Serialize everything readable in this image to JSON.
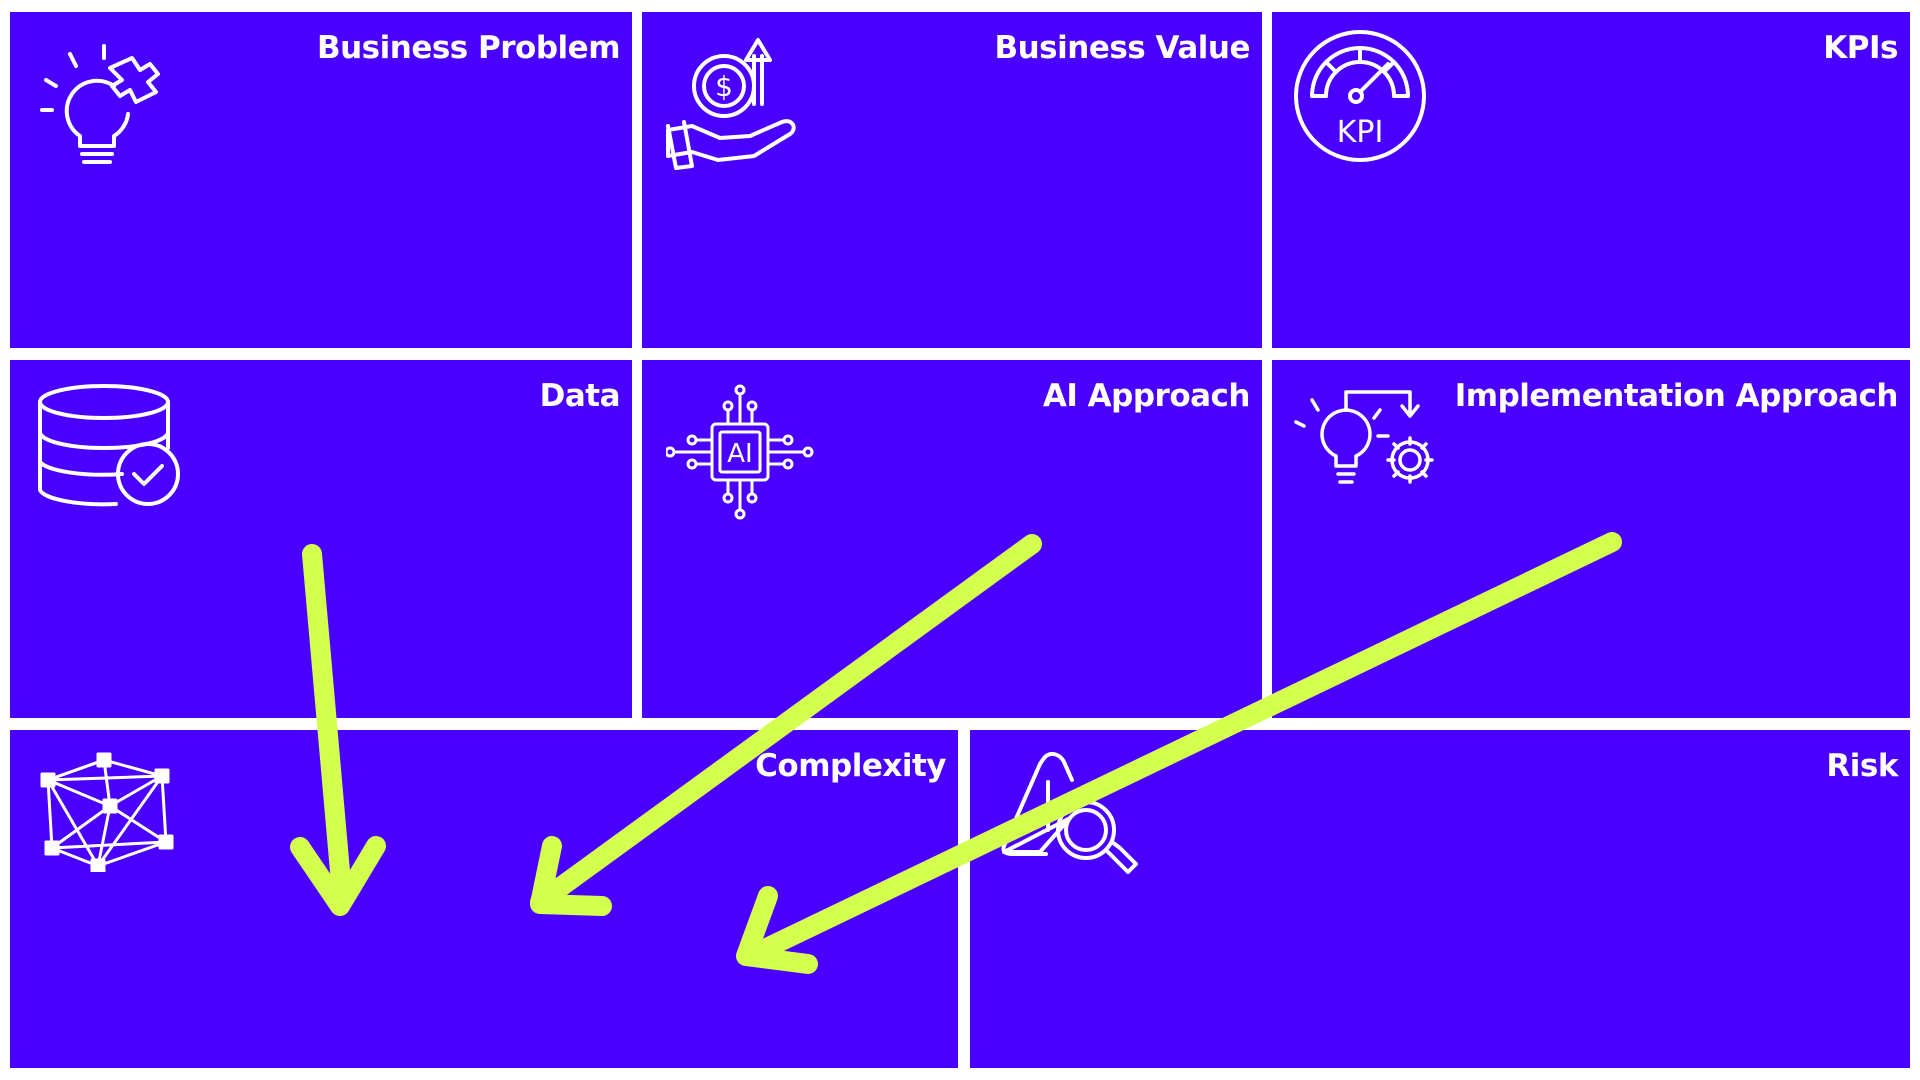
{
  "canvas": {
    "background": "#ffffff",
    "panel_color": "#4a00ff",
    "text_color": "#ffffff",
    "arrow_color": "#d4ff4e"
  },
  "panels": {
    "business_problem": {
      "title": "Business Problem",
      "icon": "lightbulb-puzzle-icon"
    },
    "business_value": {
      "title": "Business Value",
      "icon": "hand-dollar-growth-icon"
    },
    "kpis": {
      "title": "KPIs",
      "icon": "kpi-gauge-icon",
      "icon_text": "KPI"
    },
    "data": {
      "title": "Data",
      "icon": "database-check-icon"
    },
    "ai_approach": {
      "title": "AI Approach",
      "icon": "ai-chip-icon",
      "icon_text": "AI"
    },
    "implementation_approach": {
      "title": "Implementation Approach",
      "icon": "lightbulb-gear-icon"
    },
    "complexity": {
      "title": "Complexity",
      "icon": "network-nodes-icon"
    },
    "risk": {
      "title": "Risk",
      "icon": "warning-magnifier-icon"
    }
  },
  "arrows": [
    {
      "from": "data",
      "to": "complexity"
    },
    {
      "from": "ai_approach",
      "to": "complexity"
    },
    {
      "from": "implementation_approach",
      "to": "complexity"
    }
  ]
}
